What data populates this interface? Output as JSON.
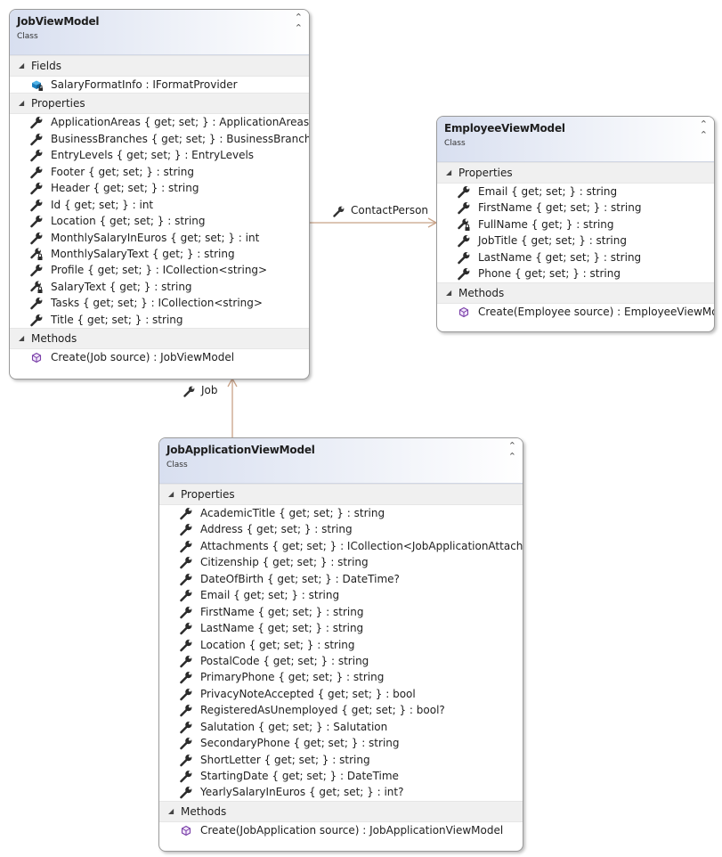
{
  "classes": {
    "job_view_model": {
      "name": "JobViewModel",
      "stereotype": "Class",
      "fields_label": "Fields",
      "fields": [
        "SalaryFormatInfo : IFormatProvider"
      ],
      "properties_label": "Properties",
      "properties": [
        "ApplicationAreas { get; set; } : ApplicationAreas",
        "BusinessBranches { get; set; } : BusinessBranches",
        "EntryLevels { get; set; } : EntryLevels",
        "Footer { get; set; } : string",
        "Header { get; set; } : string",
        "Id { get; set; } : int",
        "Location { get; set; } : string",
        "MonthlySalaryInEuros { get; set; } : int",
        "MonthlySalaryText { get; } : string",
        "Profile { get; set; } : ICollection<string>",
        "SalaryText { get; } : string",
        "Tasks { get; set; } : ICollection<string>",
        "Title { get; set; } : string"
      ],
      "methods_label": "Methods",
      "methods": [
        "Create(Job source) : JobViewModel"
      ]
    },
    "employee_view_model": {
      "name": "EmployeeViewModel",
      "stereotype": "Class",
      "properties_label": "Properties",
      "properties": [
        "Email { get; set; } : string",
        "FirstName { get; set; } : string",
        "FullName { get; } : string",
        "JobTitle { get; set; } : string",
        "LastName { get; set; } : string",
        "Phone { get; set; } : string"
      ],
      "methods_label": "Methods",
      "methods": [
        "Create(Employee source) : EmployeeViewModel"
      ]
    },
    "job_application_view_model": {
      "name": "JobApplicationViewModel",
      "stereotype": "Class",
      "properties_label": "Properties",
      "properties": [
        "AcademicTitle { get; set; } : string",
        "Address { get; set; } : string",
        "Attachments { get; set; } : ICollection<JobApplicationAttachment>",
        "Citizenship { get; set; } : string",
        "DateOfBirth { get; set; } : DateTime?",
        "Email { get; set; } : string",
        "FirstName { get; set; } : string",
        "LastName { get; set; } : string",
        "Location { get; set; } : string",
        "PostalCode { get; set; } : string",
        "PrimaryPhone { get; set; } : string",
        "PrivacyNoteAccepted { get; set; } : bool",
        "RegisteredAsUnemployed { get; set; } : bool?",
        "Salutation { get; set; } : Salutation",
        "SecondaryPhone { get; set; } : string",
        "ShortLetter { get; set; } : string",
        "StartingDate { get; set; } : DateTime",
        "YearlySalaryInEuros { get; set; } : int?"
      ],
      "methods_label": "Methods",
      "methods": [
        "Create(JobApplication source) : JobApplicationViewModel"
      ]
    }
  },
  "associations": {
    "contact_person": "ContactPerson",
    "job": "Job"
  },
  "icons": {
    "collapse": "double-chevron-up-icon",
    "section_toggle": "triangle-down-icon",
    "field": "private-field-icon",
    "property": "wrench-icon",
    "property_readonly": "wrench-lock-icon",
    "method": "method-cube-icon"
  },
  "colors": {
    "header_gradient_start": "#d8dff0",
    "connector": "#c8a287",
    "method_icon": "#7a3fa8",
    "field_icon": "#1a7fbf"
  }
}
